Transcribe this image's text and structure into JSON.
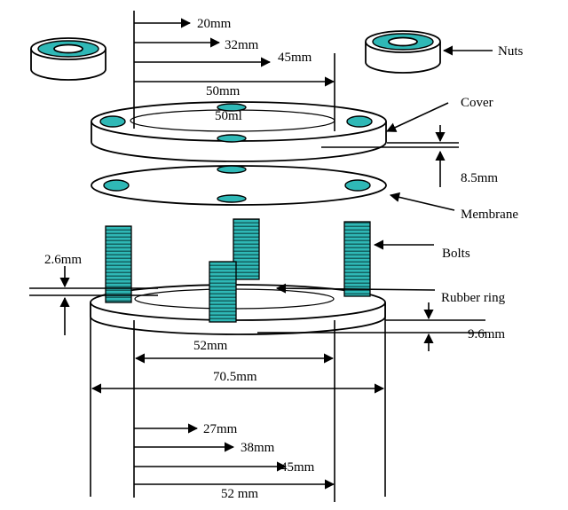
{
  "labels": {
    "top_20": "20mm",
    "top_32": "32mm",
    "top_45": "45mm",
    "top_50": "50mm",
    "cover_50ml": "50ml",
    "nuts": "Nuts",
    "cover": "Cover",
    "gap_85": "8.5mm",
    "membrane": "Membrane",
    "bolts": "Bolts",
    "ring_26": "2.6mm",
    "rubber_ring": "Rubber ring",
    "ring_96": "9.6mm",
    "base_52": "52mm",
    "base_705": "70.5mm",
    "bot_27": "27mm",
    "bot_38": "38mm",
    "bot_45": "45mm",
    "bot_52": "52 mm"
  },
  "colors": {
    "teal": "#2fb8b6",
    "line": "#000000",
    "background": "#ffffff"
  }
}
